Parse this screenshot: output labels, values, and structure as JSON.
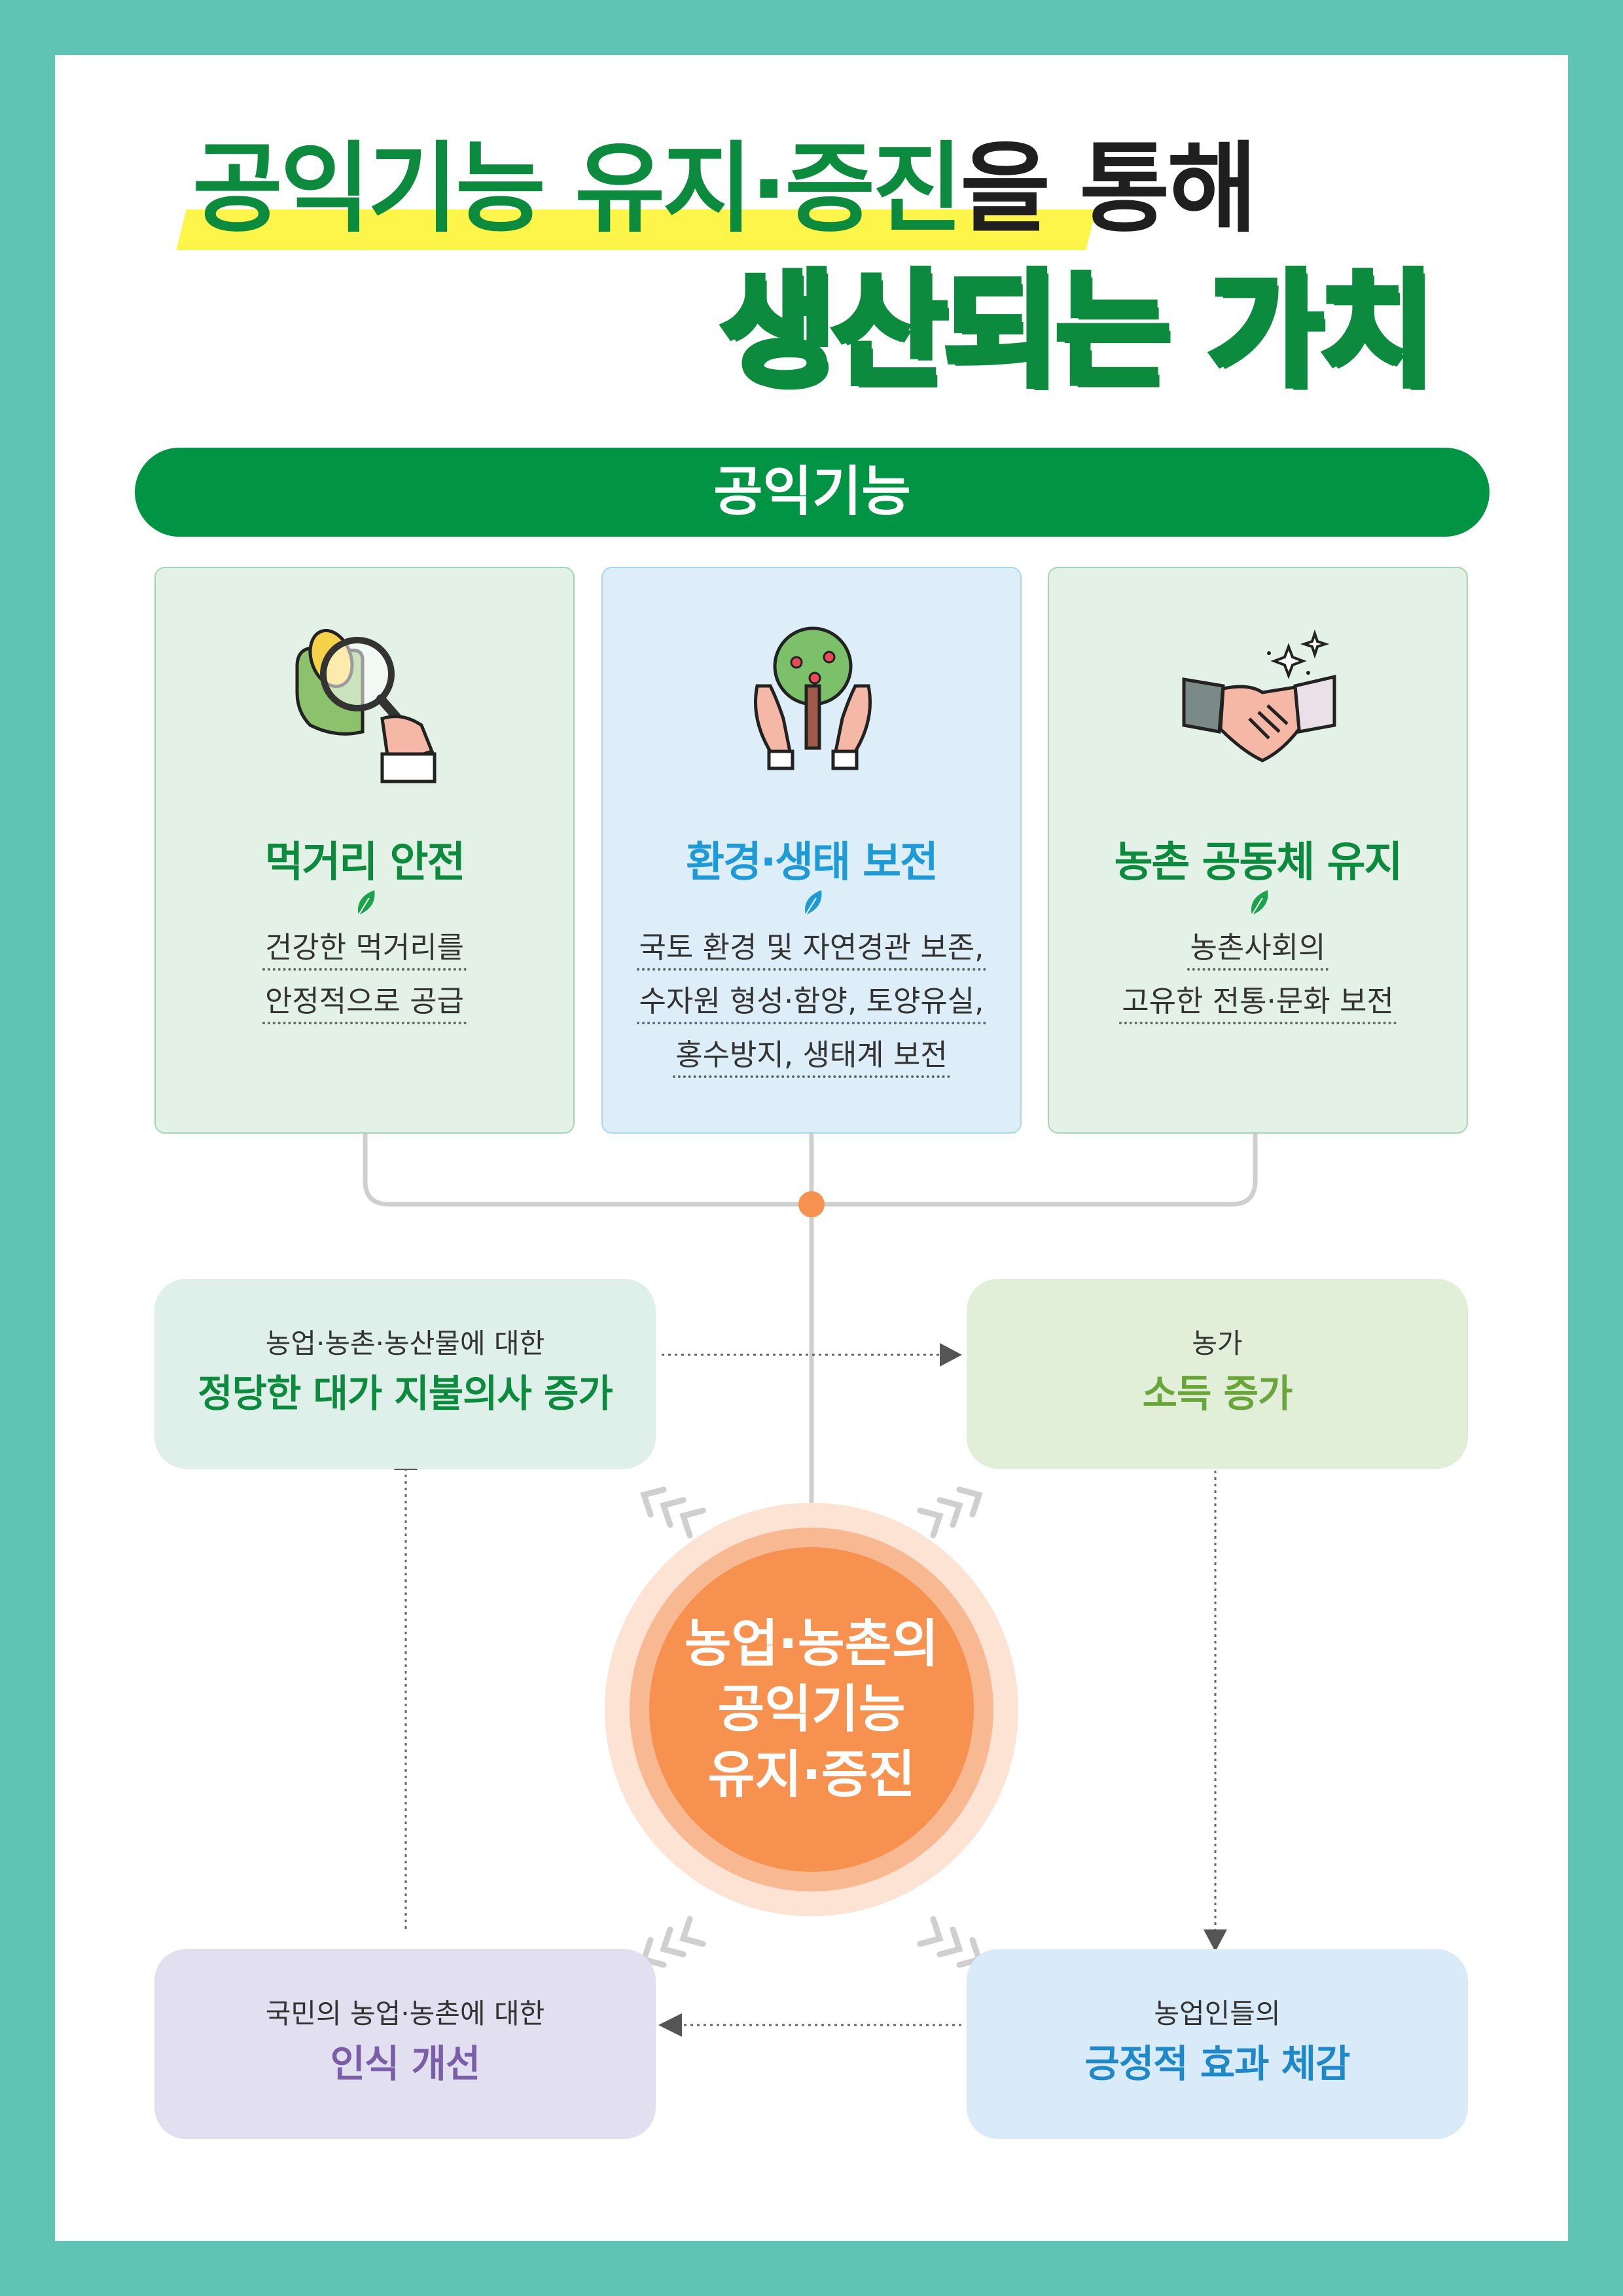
{
  "title": {
    "line1_green": "공익기능 유지·증진",
    "line1_dark": "을 통해",
    "line2": "생산되는 가치"
  },
  "banner": {
    "label": "공익기능"
  },
  "functions": [
    {
      "icon": "magnifier-food-icon",
      "title": "먹거리 안전",
      "title_color": "#0c8a3d",
      "desc": [
        "건강한 먹거리를",
        "안정적으로 공급"
      ]
    },
    {
      "icon": "hands-tree-icon",
      "title": "환경·생태 보전",
      "title_color": "#1e9ad6",
      "desc": [
        "국토 환경 및 자연경관 보존,",
        "수자원 형성·함양, 토양유실,",
        "홍수방지, 생태계 보전"
      ]
    },
    {
      "icon": "handshake-icon",
      "title": "농촌 공동체 유지",
      "title_color": "#0c8a3d",
      "desc": [
        "농촌사회의",
        "고유한 전통·문화 보전"
      ]
    }
  ],
  "cycle": {
    "center": [
      "농업·농촌의",
      "공익기능",
      "유지·증진"
    ],
    "top_left": {
      "sub": "농업·농촌·농산물에 대한",
      "main": "정당한 대가 지불의사 증가",
      "color": "#0c8a3d",
      "bg": "#dff0ea"
    },
    "top_right": {
      "sub": "농가",
      "main": "소득 증가",
      "color": "#6aa53a",
      "bg": "#e2efd8"
    },
    "bottom_right": {
      "sub": "농업인들의",
      "main": "긍정적 효과 체감",
      "color": "#1e88c8",
      "bg": "#d9eaf8"
    },
    "bottom_left": {
      "sub": "국민의 농업·농촌에 대한",
      "main": "인식 개선",
      "color": "#7a5fa8",
      "bg": "#e2dff0"
    }
  },
  "colors": {
    "frame": "#5fc4b4",
    "banner": "#019445",
    "accent_orange": "#f6914f",
    "highlight_yellow": "#fdf54a"
  }
}
